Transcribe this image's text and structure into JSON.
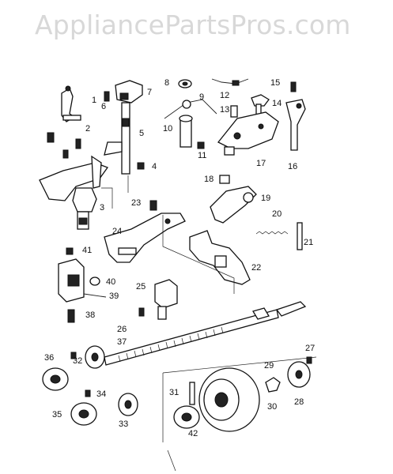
{
  "watermark": "AppliancePartsPros.com",
  "callouts": [
    "1",
    "2",
    "3",
    "4",
    "5",
    "6",
    "7",
    "8",
    "9",
    "10",
    "11",
    "12",
    "13",
    "14",
    "15",
    "16",
    "17",
    "18",
    "19",
    "20",
    "21",
    "22",
    "23",
    "24",
    "25",
    "26",
    "27",
    "28",
    "29",
    "30",
    "31",
    "32",
    "33",
    "34",
    "35",
    "36",
    "37",
    "38",
    "39",
    "40",
    "41",
    "42"
  ]
}
